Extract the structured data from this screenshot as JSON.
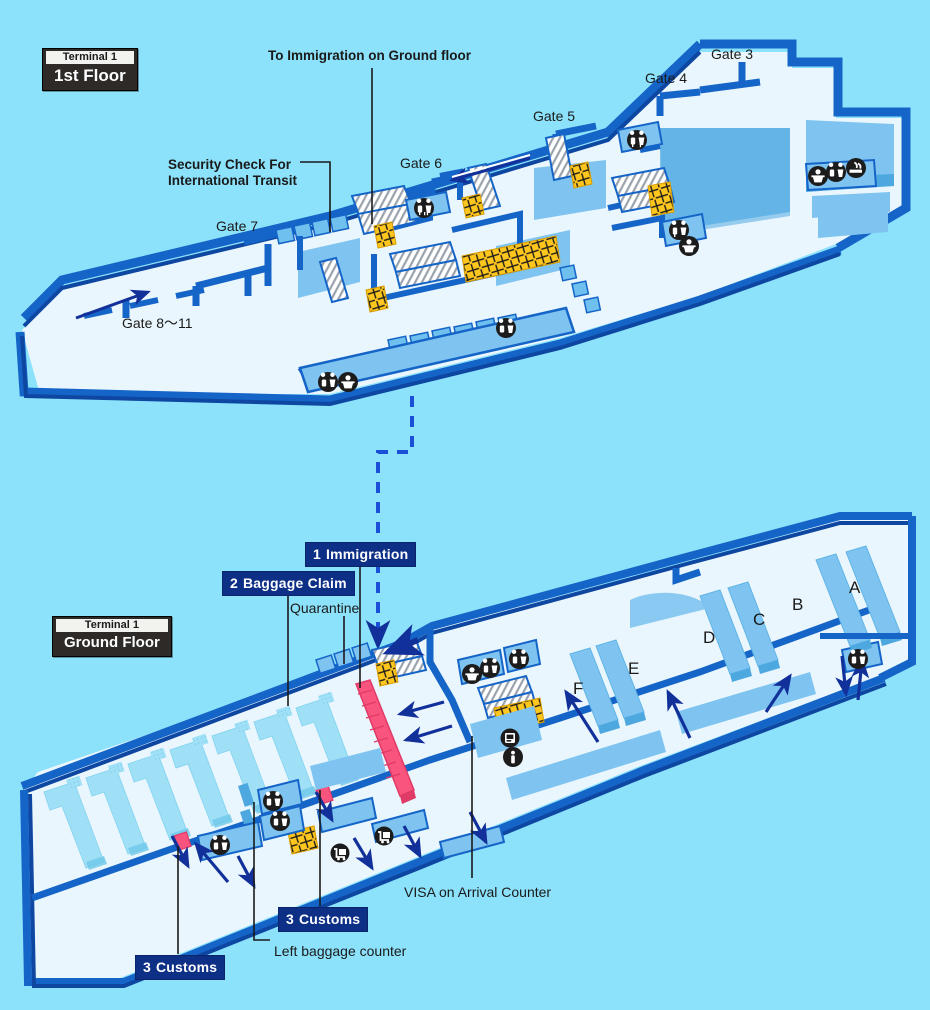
{
  "page": {
    "title": "Terminal 1 Arrival Map",
    "background_color": "#8ce2fb"
  },
  "colors": {
    "background": "#8ce2fb",
    "floor_fill": "#eaf6fd",
    "wall_dark": "#1565c8",
    "wall_edge": "#0d47a1",
    "block_blue": "#7fc4f0",
    "block_blue_dark": "#4ea8e0",
    "carousel": "#9fe0f7",
    "counter_pink": "#f8547e",
    "escalator_yellow": "#ffc61e",
    "label_navy": "#0d2f86",
    "badge_dark": "#2e2a27",
    "arrow_navy": "#12309a",
    "icon_dark": "#1c1c1c"
  },
  "floors": [
    {
      "id": "first-floor",
      "badge": {
        "terminal": "Terminal 1",
        "floor": "1st Floor"
      }
    },
    {
      "id": "ground-floor",
      "badge": {
        "terminal": "Terminal 1",
        "floor": "Ground Floor"
      }
    }
  ],
  "first_floor": {
    "annotations": [
      {
        "id": "to-immigration",
        "text": "To Immigration on Ground floor"
      },
      {
        "id": "security-check",
        "line1": "Security Check For",
        "line2": "International Transit"
      }
    ],
    "gates": [
      {
        "id": "gate-3",
        "label": "Gate 3"
      },
      {
        "id": "gate-4",
        "label": "Gate 4"
      },
      {
        "id": "gate-5",
        "label": "Gate 5"
      },
      {
        "id": "gate-6",
        "label": "Gate 6"
      },
      {
        "id": "gate-7",
        "label": "Gate 7"
      },
      {
        "id": "gate-8-11",
        "label": "Gate 8～11"
      }
    ]
  },
  "ground_floor": {
    "numbered_labels": [
      {
        "id": "immigration",
        "num": "1",
        "text": "Immigration"
      },
      {
        "id": "baggage-claim",
        "num": "2",
        "text": "Baggage Claim"
      },
      {
        "id": "customs-center",
        "num": "3",
        "text": "Customs"
      },
      {
        "id": "customs-left",
        "num": "3",
        "text": "Customs"
      }
    ],
    "annotations": [
      {
        "id": "quarantine",
        "text": "Quarantine"
      },
      {
        "id": "visa-counter",
        "text": "VISA on Arrival Counter"
      },
      {
        "id": "left-baggage",
        "text": "Left baggage counter"
      }
    ],
    "baggage_belts": [
      {
        "id": "belt-a",
        "label": "A"
      },
      {
        "id": "belt-b",
        "label": "B"
      },
      {
        "id": "belt-c",
        "label": "C"
      },
      {
        "id": "belt-d",
        "label": "D"
      },
      {
        "id": "belt-e",
        "label": "E"
      },
      {
        "id": "belt-f",
        "label": "F"
      }
    ]
  },
  "icons": {
    "restroom": "restroom-icon",
    "baby_care": "baby-care-icon",
    "smoking": "smoking-area-icon",
    "information": "information-icon",
    "atm": "atm-icon",
    "baggage_cart": "baggage-cart-icon",
    "escalator": "escalator-icon",
    "elevator": "elevator-icon",
    "moving_walkway": "moving-walkway-icon"
  },
  "legend_note": {
    "connector": "dashed-path-1f-to-ground-immigration"
  }
}
